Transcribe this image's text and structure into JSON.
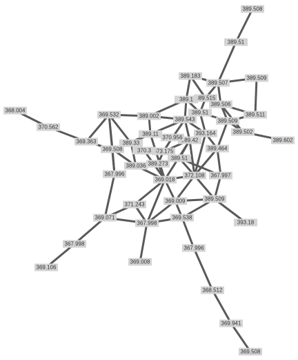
{
  "colors": {
    "edge": "#595959",
    "node_fill": "#d4d4d4",
    "label": "#333333"
  },
  "nodes": [
    {
      "id": "a1",
      "label": "389.508"
    },
    {
      "id": "a2",
      "label": "389.51"
    },
    {
      "id": "a3",
      "label": "389.507"
    },
    {
      "id": "a4",
      "label": "389.509"
    },
    {
      "id": "a5",
      "label": "389.511"
    },
    {
      "id": "a6",
      "label": "389.502"
    },
    {
      "id": "a7",
      "label": "389.602"
    },
    {
      "id": "b1",
      "label": "389.183"
    },
    {
      "id": "b2",
      "label": "389.515"
    },
    {
      "id": "b3",
      "label": "389.1"
    },
    {
      "id": "b4",
      "label": "389.506"
    },
    {
      "id": "b5",
      "label": "389.51"
    },
    {
      "id": "b6",
      "label": "389.509"
    },
    {
      "id": "b7",
      "label": "389.543"
    },
    {
      "id": "b8",
      "label": "393.164"
    },
    {
      "id": "b9",
      "label": "389.464"
    },
    {
      "id": "b10",
      "label": "389.42"
    },
    {
      "id": "c1",
      "label": "389.002"
    },
    {
      "id": "c2",
      "label": "389.11"
    },
    {
      "id": "c3",
      "label": "370.956"
    },
    {
      "id": "c4",
      "label": "373.175"
    },
    {
      "id": "c5",
      "label": "370.3"
    },
    {
      "id": "c6",
      "label": "389.51"
    },
    {
      "id": "c7",
      "label": "389.273"
    },
    {
      "id": "c8",
      "label": "389.036"
    },
    {
      "id": "c9",
      "label": "389.33"
    },
    {
      "id": "d1",
      "label": "368.004"
    },
    {
      "id": "d2",
      "label": "370.562"
    },
    {
      "id": "d3",
      "label": "369.363"
    },
    {
      "id": "d4",
      "label": "369.532"
    },
    {
      "id": "d5",
      "label": "369.508"
    },
    {
      "id": "d6",
      "label": "367.996"
    },
    {
      "id": "e1",
      "label": "372.108"
    },
    {
      "id": "e2",
      "label": "367.997"
    },
    {
      "id": "e3",
      "label": "369.018"
    },
    {
      "id": "e4",
      "label": "369.009"
    },
    {
      "id": "e5",
      "label": "389.509"
    },
    {
      "id": "e6",
      "label": "393.18"
    },
    {
      "id": "e7",
      "label": "371.243"
    },
    {
      "id": "e8",
      "label": "369.071"
    },
    {
      "id": "e9",
      "label": "367.998"
    },
    {
      "id": "e10",
      "label": "369.538"
    },
    {
      "id": "f1",
      "label": "367.998"
    },
    {
      "id": "f2",
      "label": "369.106"
    },
    {
      "id": "f3",
      "label": "369.008"
    },
    {
      "id": "g1",
      "label": "367.996"
    },
    {
      "id": "g2",
      "label": "368.512"
    },
    {
      "id": "g3",
      "label": "369.941"
    },
    {
      "id": "g4",
      "label": "369.508"
    }
  ],
  "edges": [
    [
      "a1",
      "a2"
    ],
    [
      "a2",
      "a3"
    ],
    [
      "a3",
      "b1"
    ],
    [
      "a3",
      "a4"
    ],
    [
      "a4",
      "a5"
    ],
    [
      "a5",
      "b6"
    ],
    [
      "a3",
      "b2"
    ],
    [
      "a3",
      "b4"
    ],
    [
      "a6",
      "a7"
    ],
    [
      "b4",
      "a6"
    ],
    [
      "b6",
      "a6"
    ],
    [
      "a5",
      "b4"
    ],
    [
      "b1",
      "b2"
    ],
    [
      "b1",
      "b3"
    ],
    [
      "b2",
      "b4"
    ],
    [
      "b3",
      "b5"
    ],
    [
      "b2",
      "b5"
    ],
    [
      "b4",
      "b6"
    ],
    [
      "b5",
      "b6"
    ],
    [
      "b5",
      "b8"
    ],
    [
      "b6",
      "b9"
    ],
    [
      "b8",
      "b9"
    ],
    [
      "b7",
      "b8"
    ],
    [
      "b7",
      "c3"
    ],
    [
      "b3",
      "b7"
    ],
    [
      "b3",
      "b2"
    ],
    [
      "b7",
      "c1"
    ],
    [
      "b10",
      "b8"
    ],
    [
      "b10",
      "c6"
    ],
    [
      "b9",
      "e2"
    ],
    [
      "b9",
      "e1"
    ],
    [
      "b8",
      "e1"
    ],
    [
      "b10",
      "e3"
    ],
    [
      "b7",
      "b10"
    ],
    [
      "c1",
      "c2"
    ],
    [
      "c1",
      "d4"
    ],
    [
      "c2",
      "c3"
    ],
    [
      "c3",
      "c4"
    ],
    [
      "c4",
      "c5"
    ],
    [
      "c5",
      "c9"
    ],
    [
      "c9",
      "c2"
    ],
    [
      "c4",
      "c7"
    ],
    [
      "c7",
      "c8"
    ],
    [
      "c8",
      "c9"
    ],
    [
      "c6",
      "c4"
    ],
    [
      "c6",
      "c7"
    ],
    [
      "c2",
      "b7"
    ],
    [
      "c3",
      "b10"
    ],
    [
      "c1",
      "b3"
    ],
    [
      "c4",
      "b8"
    ],
    [
      "d1",
      "d2"
    ],
    [
      "d2",
      "d3"
    ],
    [
      "d3",
      "d4"
    ],
    [
      "d3",
      "d5"
    ],
    [
      "d4",
      "d5"
    ],
    [
      "d4",
      "c9"
    ],
    [
      "d5",
      "c8"
    ],
    [
      "d4",
      "d6"
    ],
    [
      "d5",
      "d6"
    ],
    [
      "d6",
      "e8"
    ],
    [
      "d5",
      "c2"
    ],
    [
      "c8",
      "e3"
    ],
    [
      "c7",
      "e3"
    ],
    [
      "c6",
      "e1"
    ],
    [
      "e1",
      "e3"
    ],
    [
      "e1",
      "e4"
    ],
    [
      "e3",
      "e4"
    ],
    [
      "e3",
      "e7"
    ],
    [
      "e4",
      "e5"
    ],
    [
      "e5",
      "e6"
    ],
    [
      "e2",
      "e5"
    ],
    [
      "e4",
      "e10"
    ],
    [
      "e5",
      "e10"
    ],
    [
      "e7",
      "e8"
    ],
    [
      "e7",
      "e9"
    ],
    [
      "e8",
      "e9"
    ],
    [
      "e8",
      "f1"
    ],
    [
      "f1",
      "f2"
    ],
    [
      "e9",
      "f3"
    ],
    [
      "e9",
      "e10"
    ],
    [
      "e10",
      "g1"
    ],
    [
      "g1",
      "g2"
    ],
    [
      "g2",
      "g3"
    ],
    [
      "g3",
      "g4"
    ],
    [
      "e4",
      "e9"
    ],
    [
      "c6",
      "e2"
    ],
    [
      "b10",
      "e1"
    ],
    [
      "c5",
      "e3"
    ],
    [
      "c2",
      "e3"
    ],
    [
      "e3",
      "e9"
    ],
    [
      "e1",
      "e5"
    ]
  ]
}
